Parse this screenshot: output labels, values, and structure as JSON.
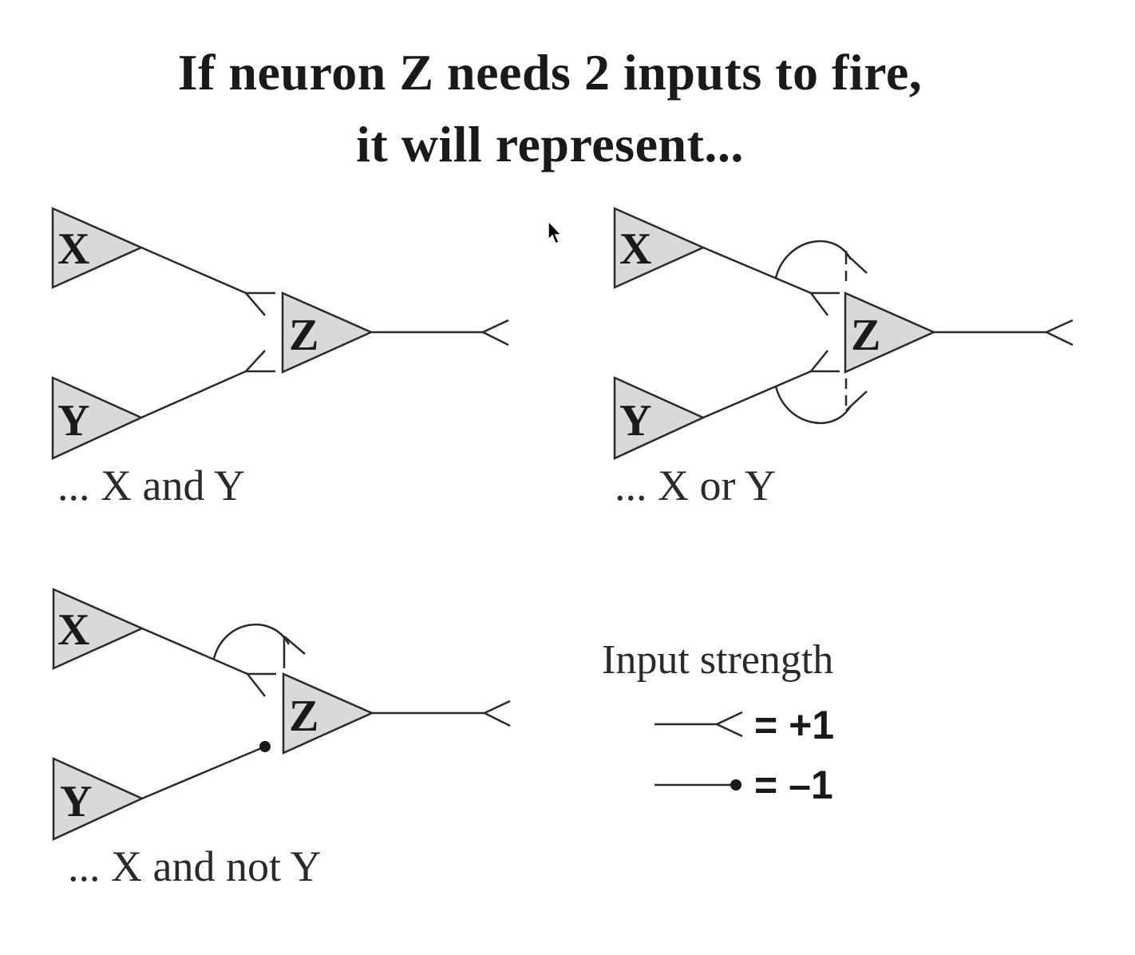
{
  "title": {
    "line1": "If neuron Z needs 2 inputs to fire,",
    "line2": "it will represent..."
  },
  "threshold": 2,
  "panels": [
    {
      "id": "and",
      "caption": "... X and Y",
      "neurons": [
        "X",
        "Y",
        "Z"
      ],
      "connections": [
        {
          "from": "X",
          "to": "Z",
          "strength": 1
        },
        {
          "from": "Y",
          "to": "Z",
          "strength": 1
        }
      ]
    },
    {
      "id": "or",
      "caption": "... X or Y",
      "neurons": [
        "X",
        "Y",
        "Z"
      ],
      "connections": [
        {
          "from": "X",
          "to": "Z",
          "strength": 1
        },
        {
          "from": "X",
          "to": "Z",
          "strength": 1,
          "note": "second branch synapse"
        },
        {
          "from": "Y",
          "to": "Z",
          "strength": 1
        },
        {
          "from": "Y",
          "to": "Z",
          "strength": 1,
          "note": "second branch synapse"
        }
      ]
    },
    {
      "id": "and-not",
      "caption": "... X and not Y",
      "neurons": [
        "X",
        "Y",
        "Z"
      ],
      "connections": [
        {
          "from": "X",
          "to": "Z",
          "strength": 1
        },
        {
          "from": "X",
          "to": "Z",
          "strength": 1,
          "note": "second branch synapse"
        },
        {
          "from": "Y",
          "to": "Z",
          "strength": -1
        }
      ]
    }
  ],
  "legend": {
    "title": "Input strength",
    "items": [
      {
        "symbol": "excitatory-fork",
        "label": "= +1"
      },
      {
        "symbol": "inhibitory-dot",
        "label": "= –1"
      }
    ]
  },
  "colors": {
    "neuron_fill": "#d9d9d9",
    "stroke": "#2a2a2a",
    "text": "#1a1a1a"
  }
}
